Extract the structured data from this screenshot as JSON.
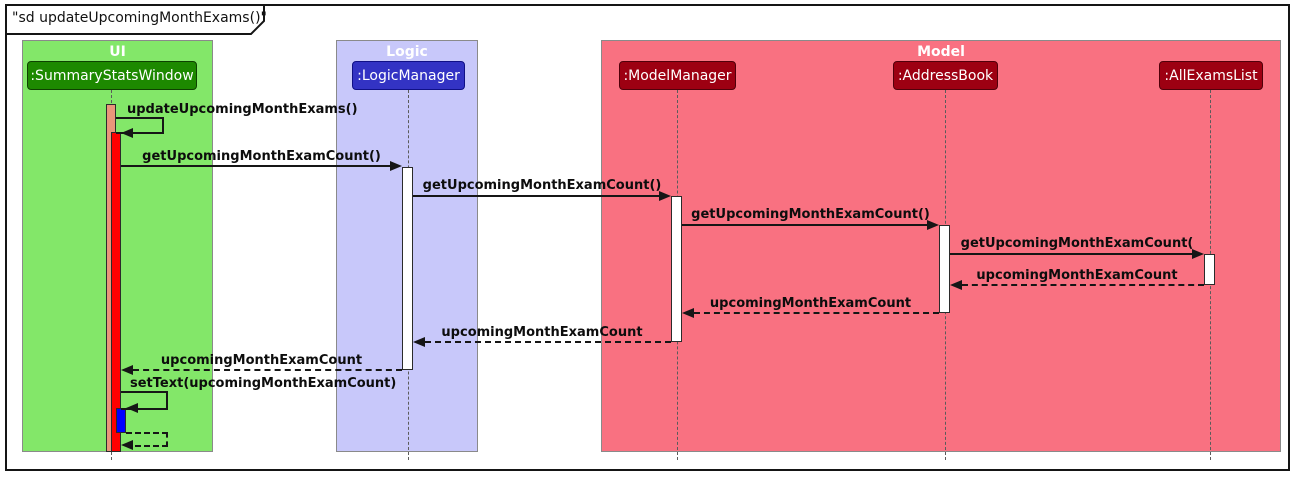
{
  "frame": {
    "title": "\"sd updateUpcomingMonthExams()\""
  },
  "groups": [
    {
      "name": "UI",
      "fill": "#83E769",
      "participants": [
        {
          "label": ":SummaryStatsWindow",
          "fill": "#1D8900",
          "border": "#0E4100"
        }
      ]
    },
    {
      "name": "Logic",
      "fill": "#C8C8FA",
      "participants": [
        {
          "label": ":LogicManager",
          "fill": "#3333C4",
          "border": "#101086"
        }
      ]
    },
    {
      "name": "Model",
      "fill": "#F97181",
      "participants": [
        {
          "label": ":ModelManager",
          "fill": "#9D0012",
          "border": "#51000A"
        },
        {
          "label": ":AddressBook",
          "fill": "#9D0012",
          "border": "#51000A"
        },
        {
          "label": ":AllExamsList",
          "fill": "#9D0012",
          "border": "#51000A"
        }
      ]
    }
  ],
  "activation_colors": {
    "ui_outer": "#E9967A",
    "ui_main": "#FF0000",
    "ui_nested": "#0000FF",
    "default": "#FFFFFF"
  },
  "messages": [
    {
      "label": "updateUpcomingMonthExams()",
      "from": ":SummaryStatsWindow",
      "to": ":SummaryStatsWindow",
      "type": "self-solid"
    },
    {
      "label": "getUpcomingMonthExamCount()",
      "from": ":SummaryStatsWindow",
      "to": ":LogicManager",
      "type": "solid"
    },
    {
      "label": "getUpcomingMonthExamCount()",
      "from": ":LogicManager",
      "to": ":ModelManager",
      "type": "solid"
    },
    {
      "label": "getUpcomingMonthExamCount()",
      "from": ":ModelManager",
      "to": ":AddressBook",
      "type": "solid"
    },
    {
      "label": "getUpcomingMonthExamCount(",
      "from": ":AddressBook",
      "to": ":AllExamsList",
      "type": "solid"
    },
    {
      "label": "upcomingMonthExamCount",
      "from": ":AllExamsList",
      "to": ":AddressBook",
      "type": "return-dashed"
    },
    {
      "label": "upcomingMonthExamCount",
      "from": ":AddressBook",
      "to": ":ModelManager",
      "type": "return-dashed"
    },
    {
      "label": "upcomingMonthExamCount",
      "from": ":ModelManager",
      "to": ":LogicManager",
      "type": "return-dashed"
    },
    {
      "label": "upcomingMonthExamCount",
      "from": ":LogicManager",
      "to": ":SummaryStatsWindow",
      "type": "return-dashed"
    },
    {
      "label": "setText(upcomingMonthExamCount)",
      "from": ":SummaryStatsWindow",
      "to": ":SummaryStatsWindow",
      "type": "self-solid"
    },
    {
      "label": "",
      "from": ":SummaryStatsWindow",
      "to": ":SummaryStatsWindow",
      "type": "self-return-dashed"
    }
  ]
}
